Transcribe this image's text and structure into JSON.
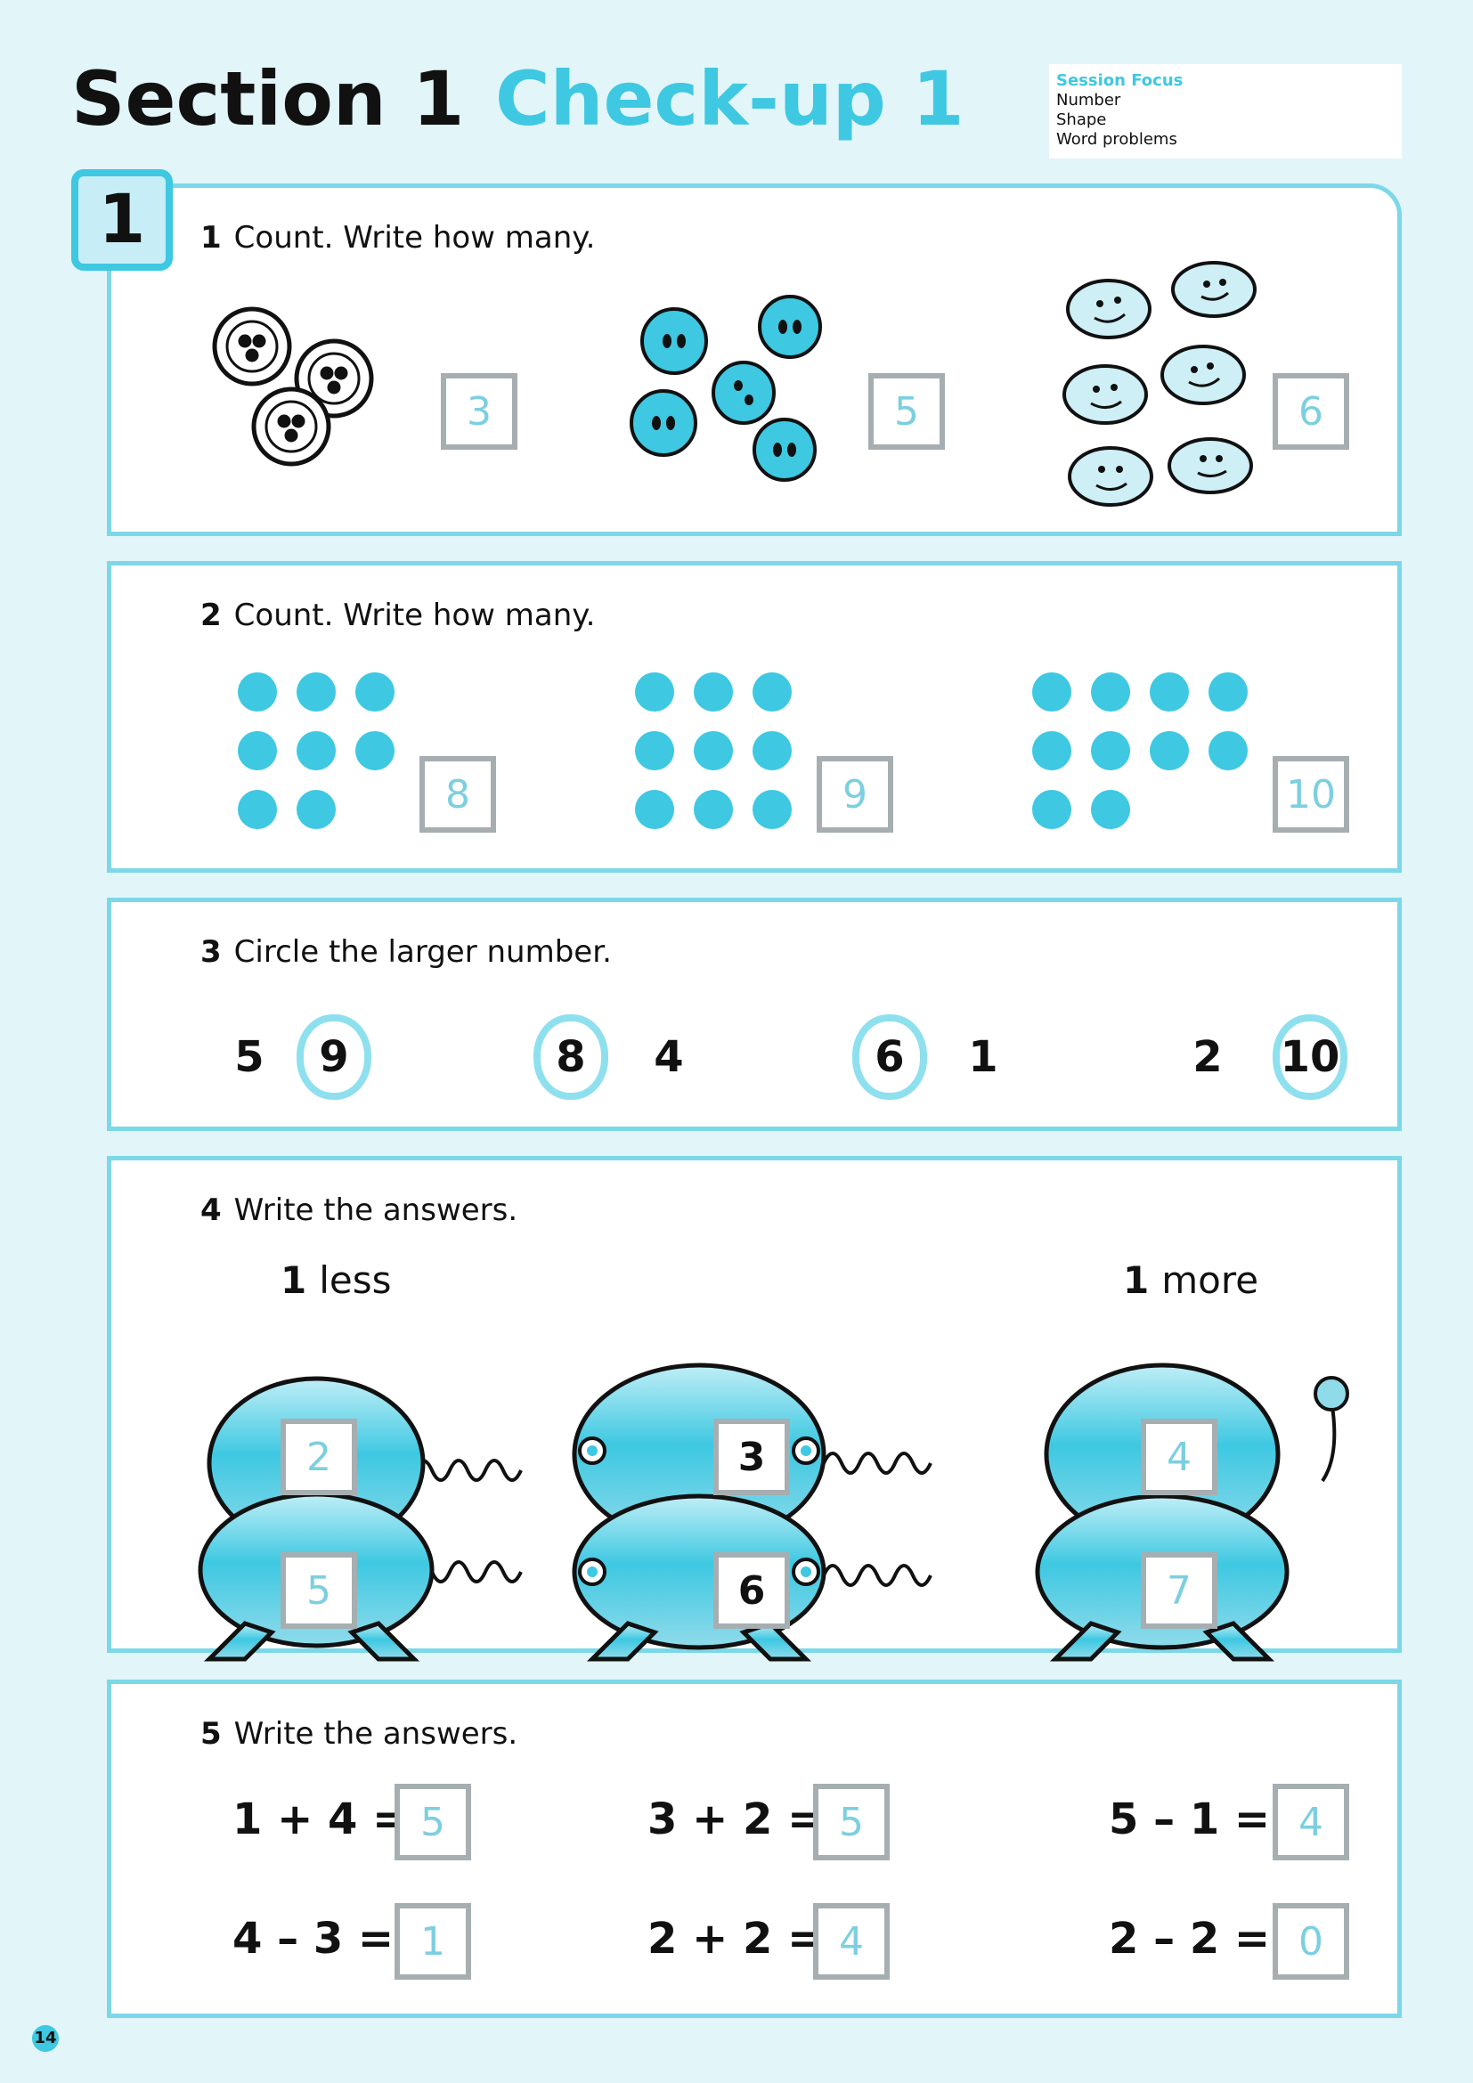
{
  "header": {
    "section_title": "Section 1",
    "checkup_title": "Check-up 1",
    "session_focus": {
      "heading": "Session Focus",
      "items": [
        "Number",
        "Shape",
        "Word problems"
      ]
    },
    "section_badge": "1"
  },
  "q1": {
    "number": "1",
    "instruction": "Count. Write how many.",
    "answers": [
      "3",
      "5",
      "6"
    ]
  },
  "q2": {
    "number": "2",
    "instruction": "Count. Write how many.",
    "answers": [
      "8",
      "9",
      "10"
    ]
  },
  "q3": {
    "number": "3",
    "instruction": "Circle the larger number.",
    "pairs": [
      {
        "left": "5",
        "right": "9",
        "circled": "right"
      },
      {
        "left": "8",
        "right": "4",
        "circled": "left"
      },
      {
        "left": "6",
        "right": "1",
        "circled": "left"
      },
      {
        "left": "2",
        "right": "10",
        "circled": "right"
      }
    ]
  },
  "q4": {
    "number": "4",
    "instruction": "Write the answers.",
    "less_num": "1",
    "less_word": "less",
    "more_num": "1",
    "more_word": "more",
    "robots": [
      {
        "top": "2",
        "bottom": "5"
      },
      {
        "top": "3",
        "bottom": "6"
      },
      {
        "top": "4",
        "bottom": "7"
      }
    ]
  },
  "q5": {
    "number": "5",
    "instruction": "Write the answers.",
    "equations": [
      {
        "expr": "1 + 4 =",
        "answer": "5"
      },
      {
        "expr": "3 + 2 =",
        "answer": "5"
      },
      {
        "expr": "5 – 1 =",
        "answer": "4"
      },
      {
        "expr": "4 – 3 =",
        "answer": "1"
      },
      {
        "expr": "2 + 2 =",
        "answer": "4"
      },
      {
        "expr": "2 – 2 =",
        "answer": "0"
      }
    ]
  },
  "page_number": "14",
  "colors": {
    "accent": "#3ec8e2",
    "panel_border": "#7cd8e8",
    "background": "#e2f5f9",
    "box_border": "#a6aeb1",
    "answer_text": "#7ccfe0"
  }
}
